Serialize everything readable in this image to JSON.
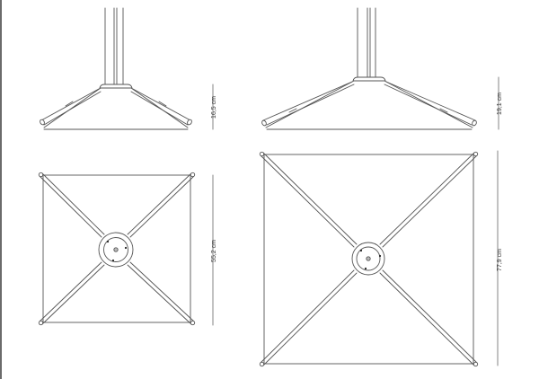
{
  "drawing": {
    "title": "Pendant lamp technical drawing — two sizes, elevation and plan",
    "colors": {
      "line": "#555555",
      "dim_line": "#777777",
      "text": "#333333",
      "background": "#ffffff"
    },
    "views": [
      {
        "size": "small",
        "elevation": {
          "height_label": "16,5 cm"
        },
        "plan": {
          "width_label": "55,2 cm"
        }
      },
      {
        "size": "large",
        "elevation": {
          "height_label": "19,1 cm"
        },
        "plan": {
          "width_label": "77,9 cm"
        }
      }
    ]
  }
}
